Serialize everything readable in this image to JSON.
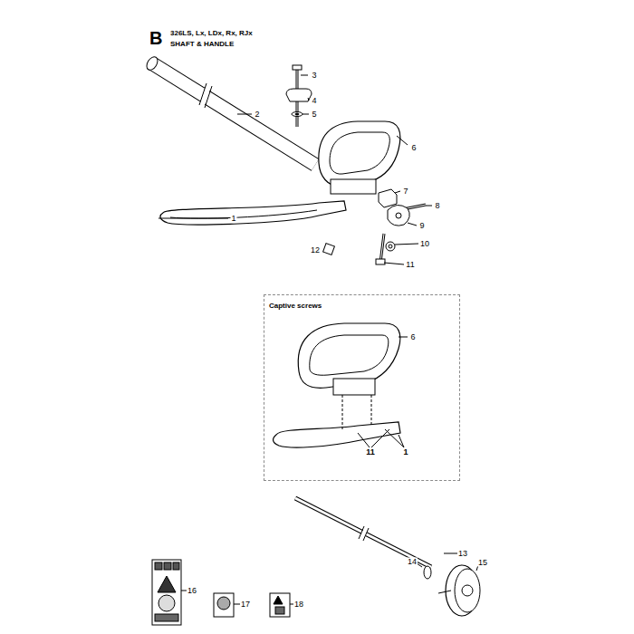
{
  "diagram": {
    "nodes": [
      {
        "text": [
          "Captive screws"
        ]
      }
    ],
    "labels": [
      "B",
      "326LS, Lx, LDx, Rx, RJx",
      "SHAFT & HANDLE",
      "3",
      "4",
      "5",
      "2",
      "6",
      "7",
      "8",
      "1",
      "9",
      "10",
      "12",
      "11",
      "6",
      "11",
      "1",
      "13",
      "14",
      "15",
      "16",
      "17",
      "18"
    ]
  }
}
